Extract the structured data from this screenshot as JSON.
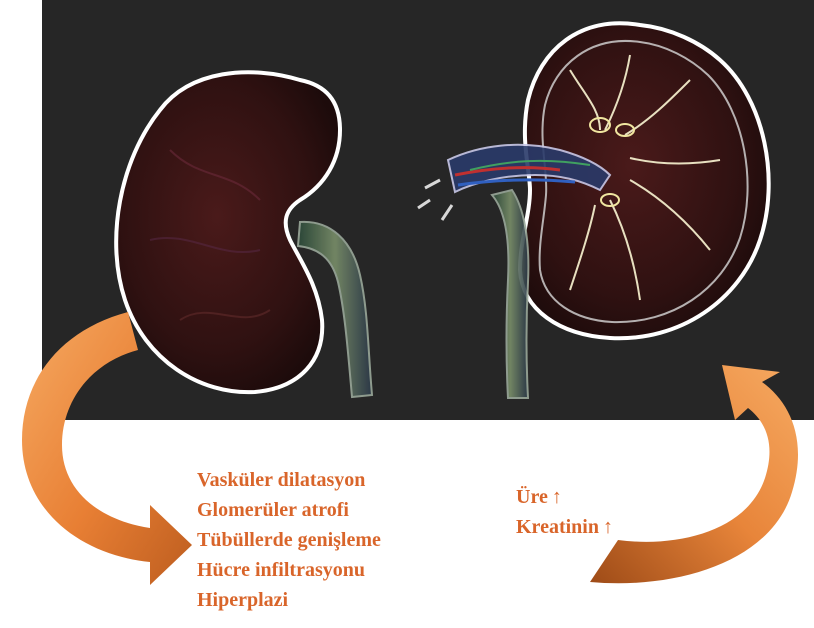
{
  "findings": [
    "Vasküler dilatasyon",
    "Glomerüler atrofi",
    "Tübüllerde genişleme",
    "Hücre infiltrasyonu",
    "Hiperplazi"
  ],
  "labs": [
    {
      "label": "Üre",
      "trend_icon": "up-arrow-icon"
    },
    {
      "label": "Kreatinin",
      "trend_icon": "up-arrow-icon"
    }
  ],
  "colors": {
    "text_accent": "#d9652a",
    "arrow_light": "#f4a25a",
    "arrow_dark": "#b95a1e",
    "panel_bg": "#262626",
    "kidney_outline": "#ffffff",
    "kidney_fill": "#3a1414"
  }
}
